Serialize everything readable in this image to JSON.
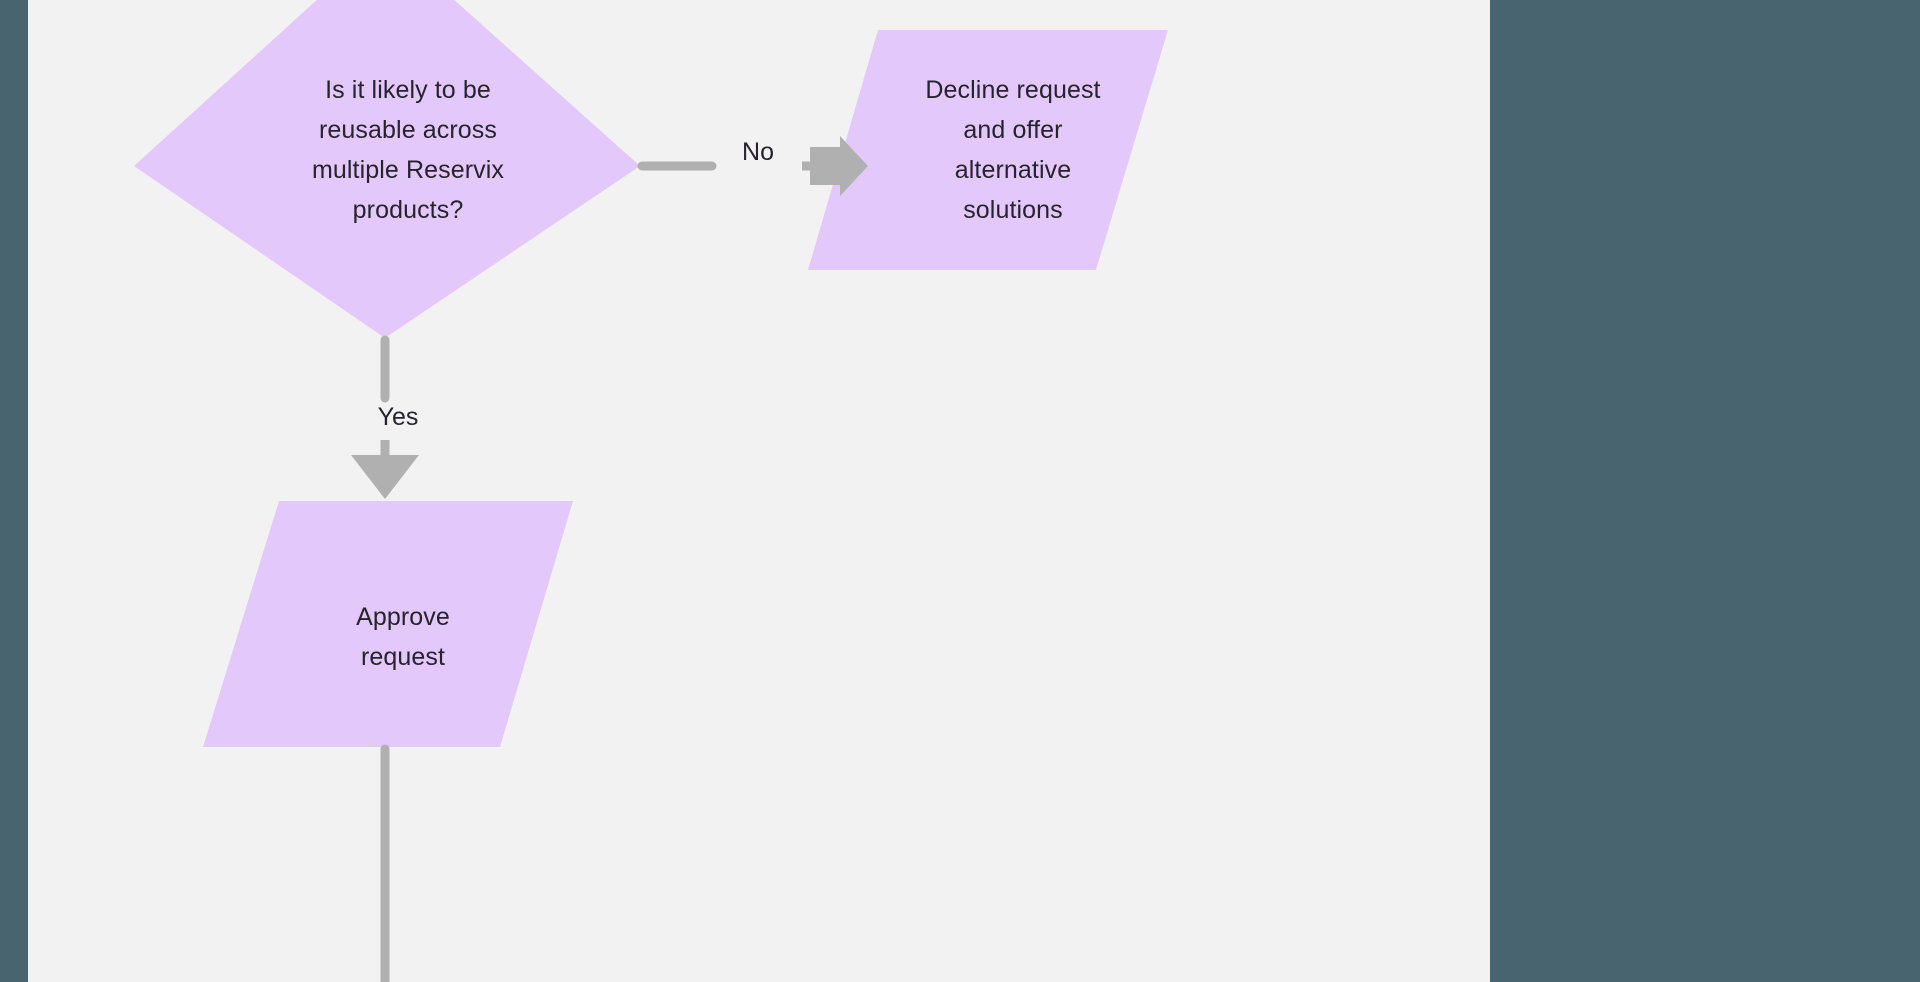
{
  "canvas": {
    "background_color": "#f2f2f2",
    "surround_color": "#48656f",
    "node_fill_color": "#e3c9fb",
    "edge_color": "#b0b0b0",
    "text_color": "#26232f"
  },
  "chart_data": {
    "type": "diagram",
    "diagram_kind": "flowchart",
    "direction": "top-down",
    "nodes": [
      {
        "id": "decision-reusable",
        "shape": "diamond",
        "label": "Is it likely to be\nreusable across\nmultiple Reservix\nproducts?",
        "fill": "#e3c9fb"
      },
      {
        "id": "decline-request",
        "shape": "parallelogram",
        "label": "Decline request\nand offer\nalternative\nsolutions",
        "fill": "#e3c9fb"
      },
      {
        "id": "approve-request",
        "shape": "parallelogram",
        "label": "Approve\nrequest",
        "fill": "#e3c9fb"
      }
    ],
    "edges": [
      {
        "from": "decision-reusable",
        "to": "decline-request",
        "label": "No",
        "orientation": "horizontal",
        "arrow": "right"
      },
      {
        "from": "decision-reusable",
        "to": "approve-request",
        "label": "Yes",
        "orientation": "vertical",
        "arrow": "down"
      },
      {
        "from": "approve-request",
        "to": "",
        "label": "",
        "orientation": "vertical",
        "arrow": "none"
      }
    ]
  },
  "nodes": {
    "decision": {
      "label": "Is it likely to be\nreusable across\nmultiple Reservix\nproducts?"
    },
    "decline": {
      "label": "Decline request\nand offer\nalternative\nsolutions"
    },
    "approve": {
      "label": "Approve\nrequest"
    }
  },
  "edges": {
    "no": {
      "label": "No"
    },
    "yes": {
      "label": "Yes"
    }
  }
}
